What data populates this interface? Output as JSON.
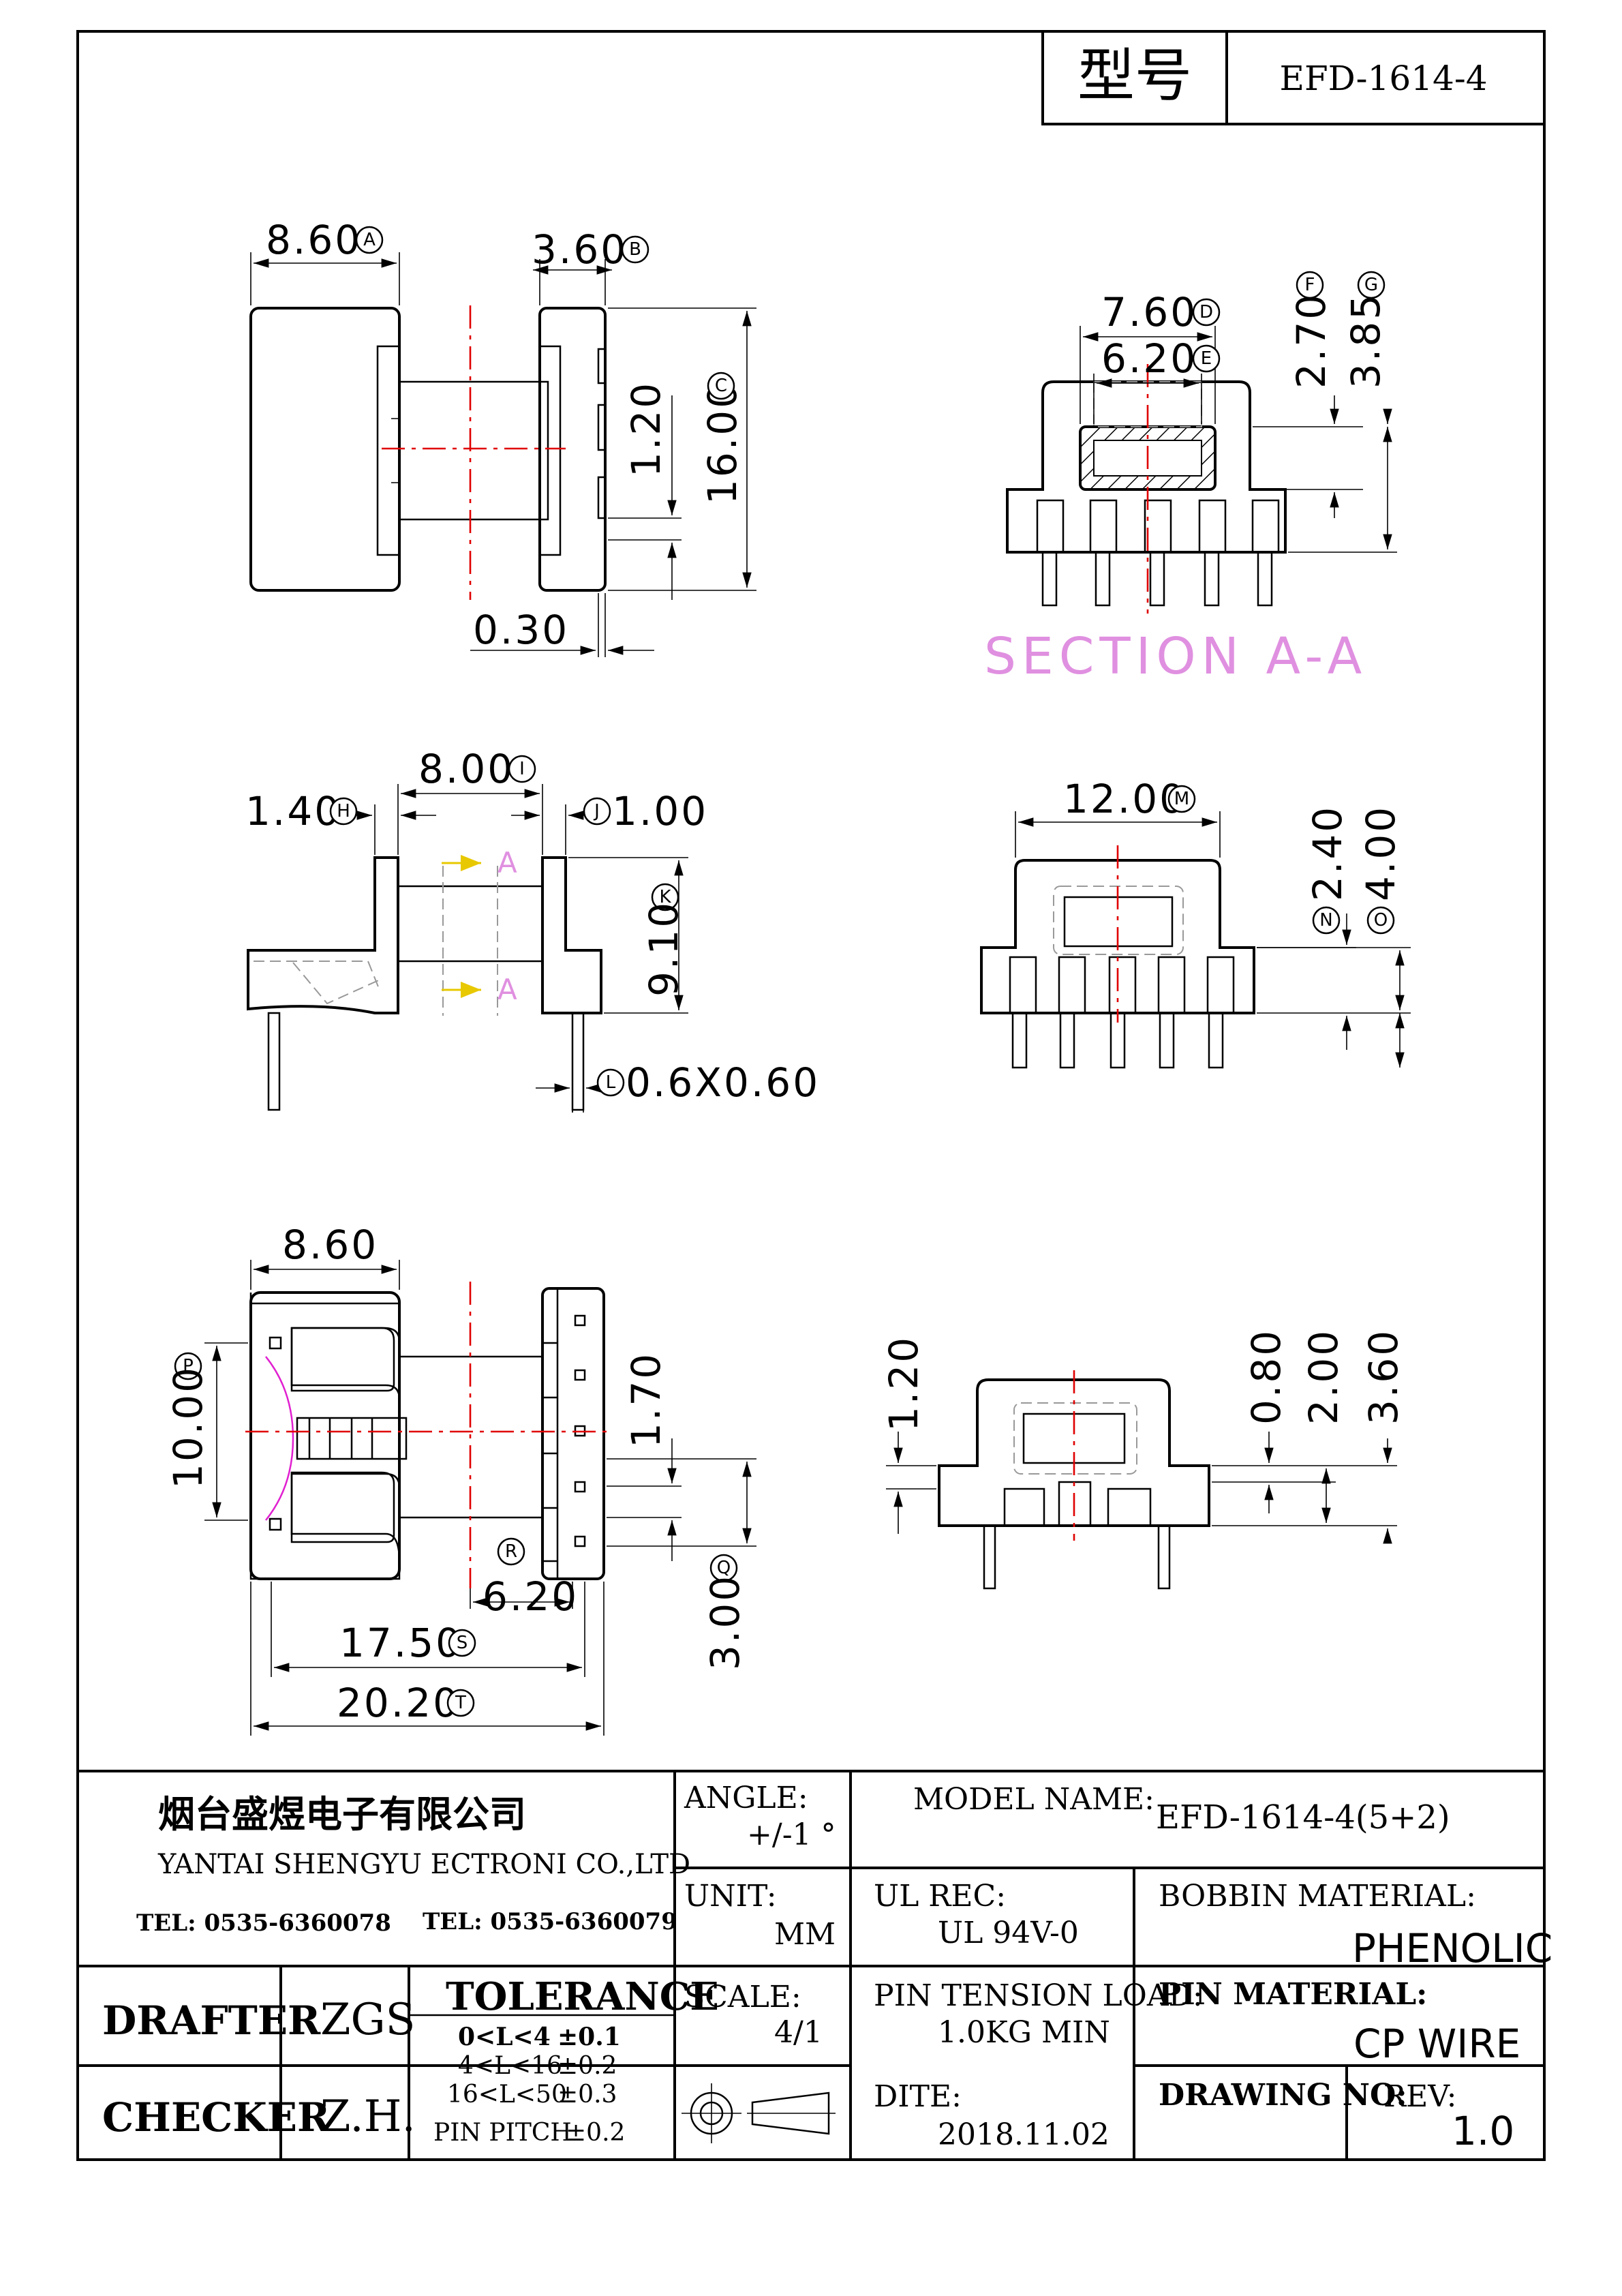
{
  "title_block": {
    "model_label": "型号",
    "model_value": "EFD-1614-4",
    "company_cn": "烟台盛煜电子有限公司",
    "company_en": "YANTAI SHENGYU ECTRONI CO.,LTD",
    "tel1": "TEL: 0535-6360078",
    "tel2": "TEL: 0535-6360079",
    "angle_label": "ANGLE:",
    "angle_value": "+/-1 °",
    "model_name_label": "MODEL NAME:",
    "model_name_value": "EFD-1614-4(5+2)",
    "unit_label": "UNIT:",
    "unit_value": "MM",
    "ul_label": "UL REC:",
    "ul_value": "UL 94V-0",
    "bobbin_material_label": "BOBBIN MATERIAL:",
    "bobbin_material_value": "PHENOLIC",
    "drafter_label": "DRAFTER",
    "drafter_value": "ZGS",
    "tolerance_label": "TOLERANCE",
    "tol_rows": [
      {
        "range": "0<L<4",
        "tol": "±0.1"
      },
      {
        "range": "4<L<16",
        "tol": "±0.2"
      },
      {
        "range": "16<L<50",
        "tol": "±0.3"
      },
      {
        "range": "PIN PITCH",
        "tol": "±0.2"
      }
    ],
    "scale_label": "SCALE:",
    "scale_value": "4/1",
    "pin_tension_label": "PIN TENSION LOAD:",
    "pin_tension_value": "1.0KG MIN",
    "pin_material_label": "PIN MATERIAL:",
    "pin_material_value": "CP WIRE",
    "checker_label": "CHECKER",
    "checker_value": "Z.H.",
    "date_label": "DITE:",
    "date_value": "2018.11.02",
    "drawing_no_label": "DRAWING NO:",
    "rev_label": "REV:",
    "rev_value": "1.0"
  },
  "section_label": "SECTION A-A",
  "section_mark": "A",
  "dimensions": {
    "A": {
      "value": "8.60",
      "mark": "A"
    },
    "B": {
      "value": "3.60",
      "mark": "B"
    },
    "C": {
      "value": "16.00",
      "mark": "C"
    },
    "h120a": {
      "value": "1.20"
    },
    "h030": {
      "value": "0.30"
    },
    "D": {
      "value": "7.60",
      "mark": "D"
    },
    "E": {
      "value": "6.20",
      "mark": "E"
    },
    "F": {
      "value": "2.70",
      "mark": "F"
    },
    "G": {
      "value": "3.85",
      "mark": "G"
    },
    "H": {
      "value": "1.40",
      "mark": "H"
    },
    "I": {
      "value": "8.00",
      "mark": "I"
    },
    "J": {
      "value": "1.00",
      "mark": "J"
    },
    "K": {
      "value": "9.10",
      "mark": "K"
    },
    "L": {
      "value": "0.6X0.60",
      "mark": "L"
    },
    "M": {
      "value": "12.00",
      "mark": "M"
    },
    "N": {
      "value": "2.40",
      "mark": "N"
    },
    "O": {
      "value": "4.00",
      "mark": "O"
    },
    "w860": {
      "value": "8.60"
    },
    "P": {
      "value": "10.00",
      "mark": "P"
    },
    "h170": {
      "value": "1.70"
    },
    "R": {
      "value": "6.20",
      "mark": "R"
    },
    "Q": {
      "value": "3.00",
      "mark": "Q"
    },
    "S": {
      "value": "17.50",
      "mark": "S"
    },
    "T": {
      "value": "20.20",
      "mark": "T"
    },
    "h120b": {
      "value": "1.20"
    },
    "h080": {
      "value": "0.80"
    },
    "h200": {
      "value": "2.00"
    },
    "h360": {
      "value": "3.60"
    }
  }
}
